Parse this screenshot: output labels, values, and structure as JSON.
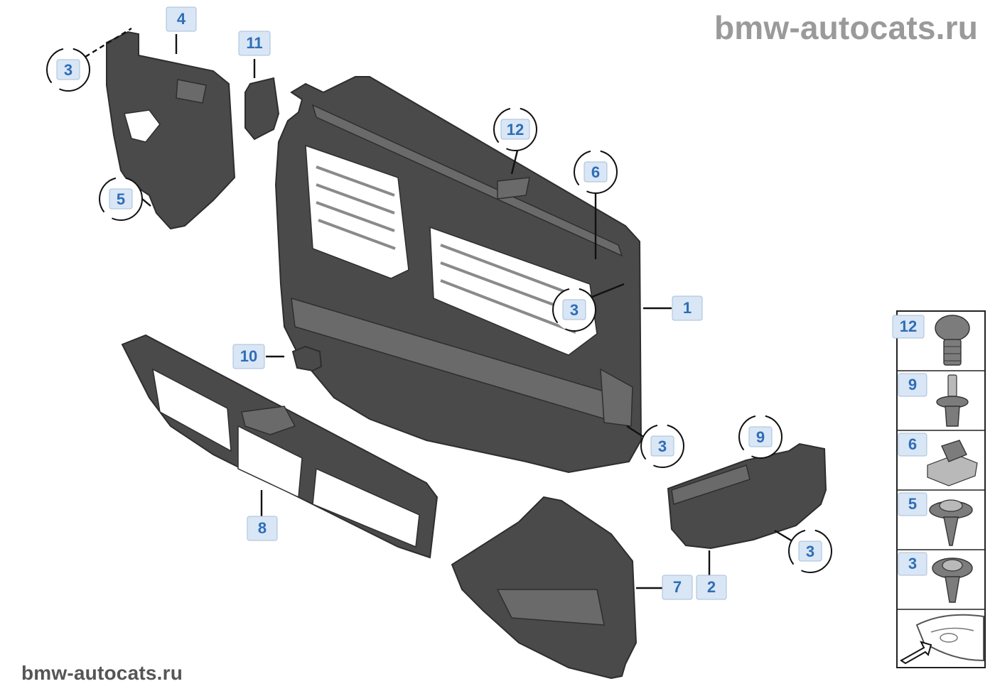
{
  "watermarks": {
    "top": "bmw-autocats.ru",
    "bottom": "bmw-autocats.ru"
  },
  "callouts": {
    "c1": "1",
    "c2": "2",
    "c4": "4",
    "c7": "7",
    "c8": "8",
    "c10": "10",
    "c11": "11",
    "c3_top_left": "3",
    "c5": "5",
    "c12": "12",
    "c6": "6",
    "c3_center": "3",
    "c3_right_lower": "3",
    "c9": "9",
    "c3_right_duct": "3"
  },
  "legend": {
    "rows": [
      {
        "label": "12",
        "icon": "torx-bolt-icon"
      },
      {
        "label": "9",
        "icon": "expanding-rivet-icon"
      },
      {
        "label": "6",
        "icon": "spring-nut-icon"
      },
      {
        "label": "5",
        "icon": "flange-screw-icon"
      },
      {
        "label": "3",
        "icon": "collar-screw-icon"
      }
    ],
    "vehicle_icon": "vehicle-front-location-icon"
  },
  "colors": {
    "callout_fill": "#d9e6f5",
    "callout_text": "#2f6db6",
    "part_fill": "#4a4a4a"
  }
}
